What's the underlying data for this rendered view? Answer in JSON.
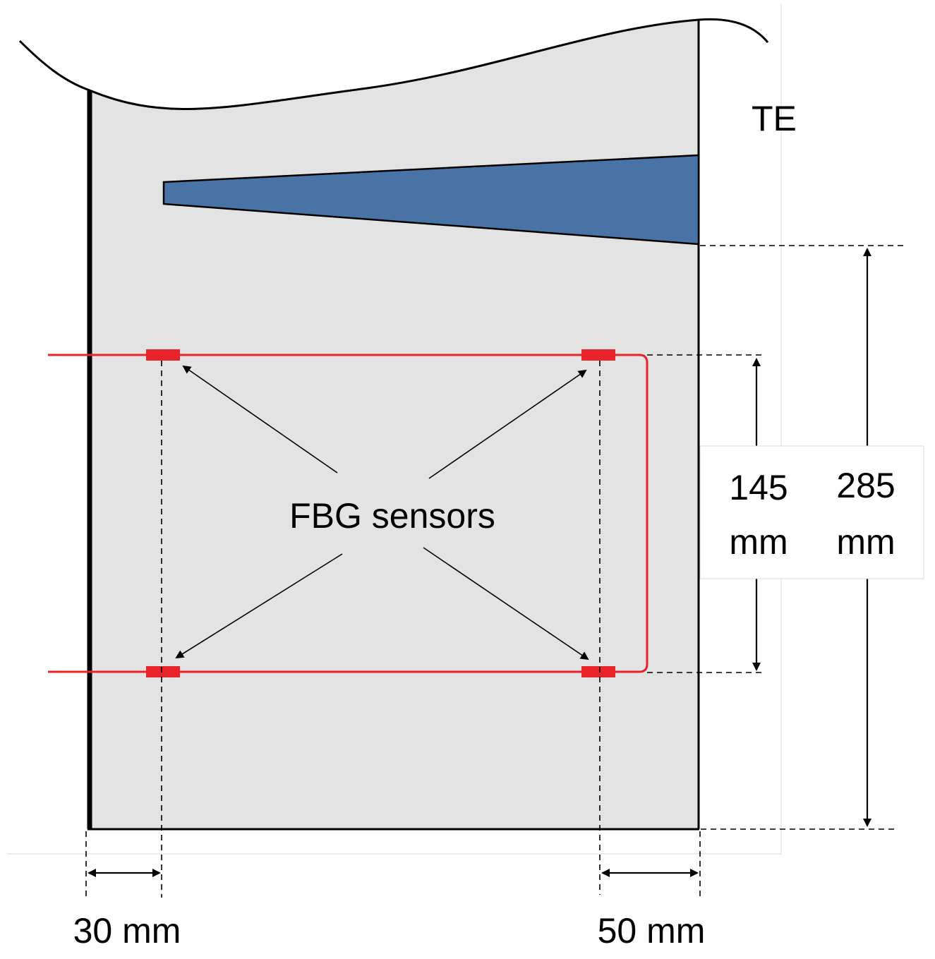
{
  "labels": {
    "te": "TE",
    "sensors": "FBG sensors",
    "dim_145_value": "145",
    "dim_145_unit": "mm",
    "dim_285_value": "285",
    "dim_285_unit": "mm",
    "dim_30": "30 mm",
    "dim_50": "50 mm"
  },
  "colors": {
    "panel": "#e3e3e3",
    "trailing_edge_fill": "#4a73a5",
    "fiber": "#e8232a",
    "grating": "#e8232a"
  }
}
